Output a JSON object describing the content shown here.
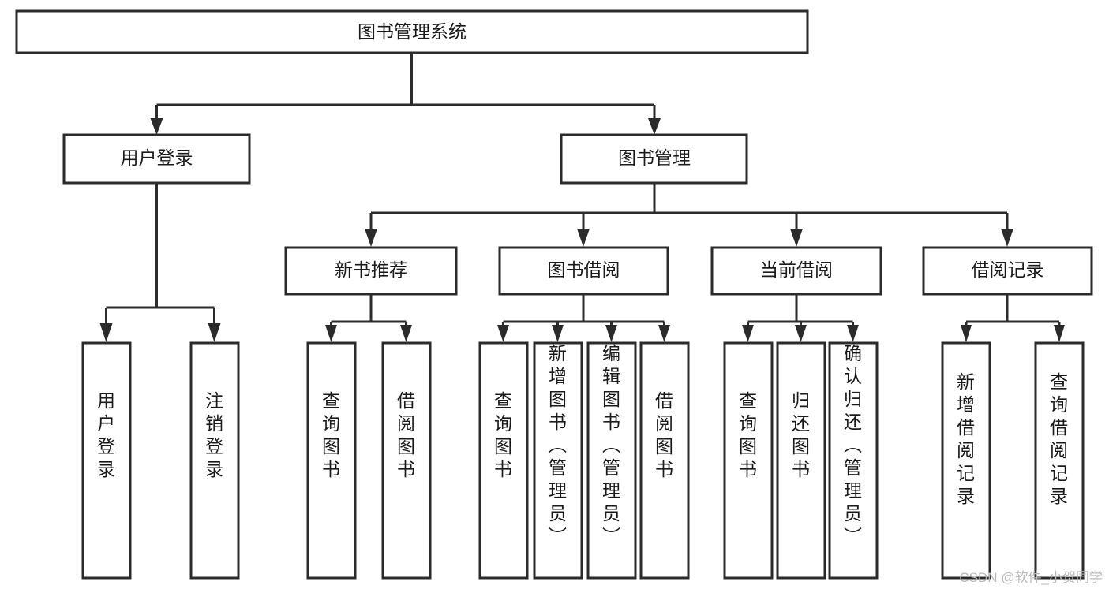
{
  "diagram": {
    "type": "tree-hierarchy-flowchart",
    "title": "图书管理系统",
    "watermark": "CSDN @软件_小贺同学",
    "colors": {
      "box_fill": "#ffffff",
      "box_stroke": "#2b2b2b",
      "connector": "#2b2b2b",
      "text": "#1a1a1a",
      "watermark": "#b9b9b9",
      "background": "#ffffff"
    },
    "levels": {
      "root": {
        "label": "图书管理系统",
        "orientation": "horizontal"
      },
      "level2": [
        {
          "label": "用户登录",
          "orientation": "horizontal"
        },
        {
          "label": "图书管理",
          "orientation": "horizontal"
        }
      ],
      "level3": [
        {
          "label": "新书推荐",
          "orientation": "horizontal"
        },
        {
          "label": "图书借阅",
          "orientation": "horizontal"
        },
        {
          "label": "当前借阅",
          "orientation": "horizontal"
        },
        {
          "label": "借阅记录",
          "orientation": "horizontal"
        }
      ],
      "leaves": {
        "user_login": [
          {
            "label": "用户登录",
            "orientation": "vertical"
          },
          {
            "label": "注销登录",
            "orientation": "vertical"
          }
        ],
        "new_book_recommend": [
          {
            "label": "查询图书",
            "orientation": "vertical"
          },
          {
            "label": "借阅图书",
            "orientation": "vertical"
          }
        ],
        "book_borrow": [
          {
            "label": "查询图书",
            "orientation": "vertical"
          },
          {
            "label": "新增图书（管理员）",
            "orientation": "vertical"
          },
          {
            "label": "编辑图书（管理员）",
            "orientation": "vertical"
          },
          {
            "label": "借阅图书",
            "orientation": "vertical"
          }
        ],
        "current_borrow": [
          {
            "label": "查询图书",
            "orientation": "vertical"
          },
          {
            "label": "归还图书",
            "orientation": "vertical"
          },
          {
            "label": "确认归还（管理员）",
            "orientation": "vertical"
          }
        ],
        "borrow_record": [
          {
            "label": "新增借阅记录",
            "orientation": "vertical"
          },
          {
            "label": "查询借阅记录",
            "orientation": "vertical"
          }
        ]
      }
    }
  }
}
